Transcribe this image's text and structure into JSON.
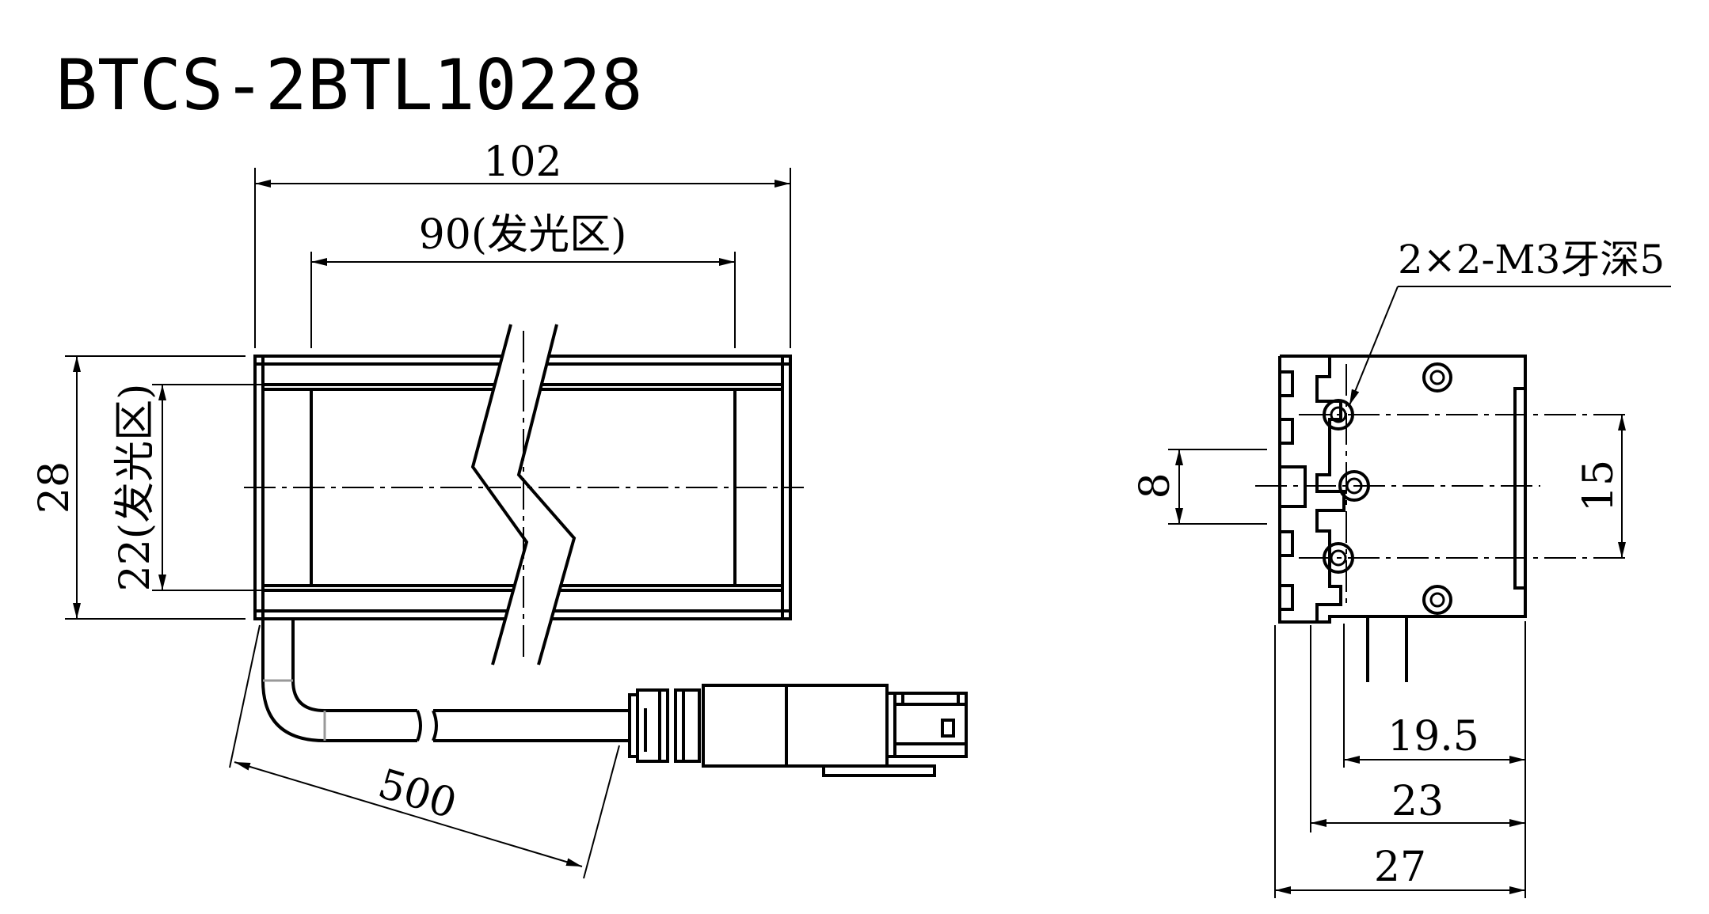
{
  "model_code": "BTCS-2BTL10228",
  "front_view": {
    "overall_length": "102",
    "emitting_length": "90(发光区)",
    "overall_width": "28",
    "emitting_width": "22(发光区)",
    "cable_length": "500"
  },
  "side_view": {
    "thread_note": "2×2-M3牙深5",
    "slot_pitch": "8",
    "hole_pitch": "15",
    "dim_19_5": "19.5",
    "dim_23": "23",
    "dim_27": "27"
  }
}
